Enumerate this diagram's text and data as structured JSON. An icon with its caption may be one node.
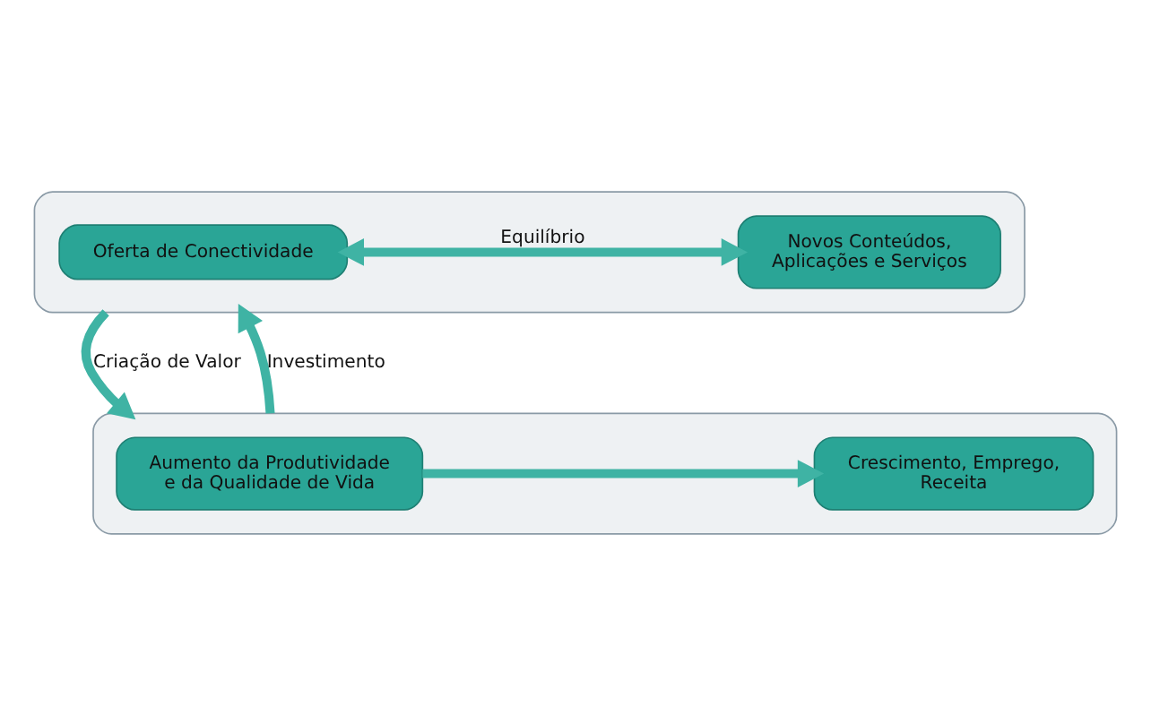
{
  "diagram": {
    "nodes": [
      {
        "text": [],
        "shape": "box"
      },
      {
        "text": [
          "Oferta de Conectividade"
        ],
        "in": 0
      },
      {
        "text": [
          "Novos Conteúdos, Aplicações e Serviços"
        ],
        "in": 0
      },
      {
        "text": [],
        "shape": "box"
      },
      {
        "text": [
          "Aumento da Produtividade e da Qualidade de Vida"
        ],
        "in": 3
      },
      {
        "text": [
          "Crescimento, Emprego, Receita"
        ],
        "in": 3
      }
    ],
    "edges": [
      {
        "from": 1,
        "to": 2,
        "arrow": "both",
        "label": "Equilíbrio"
      },
      {
        "from": 0,
        "to": 3,
        "arrow": "to",
        "label": "Criação de Valor"
      },
      {
        "from": 3,
        "to": 0,
        "arrow": "to",
        "label": "Investimento"
      },
      {
        "from": 4,
        "to": 5,
        "arrow": "to"
      }
    ]
  }
}
